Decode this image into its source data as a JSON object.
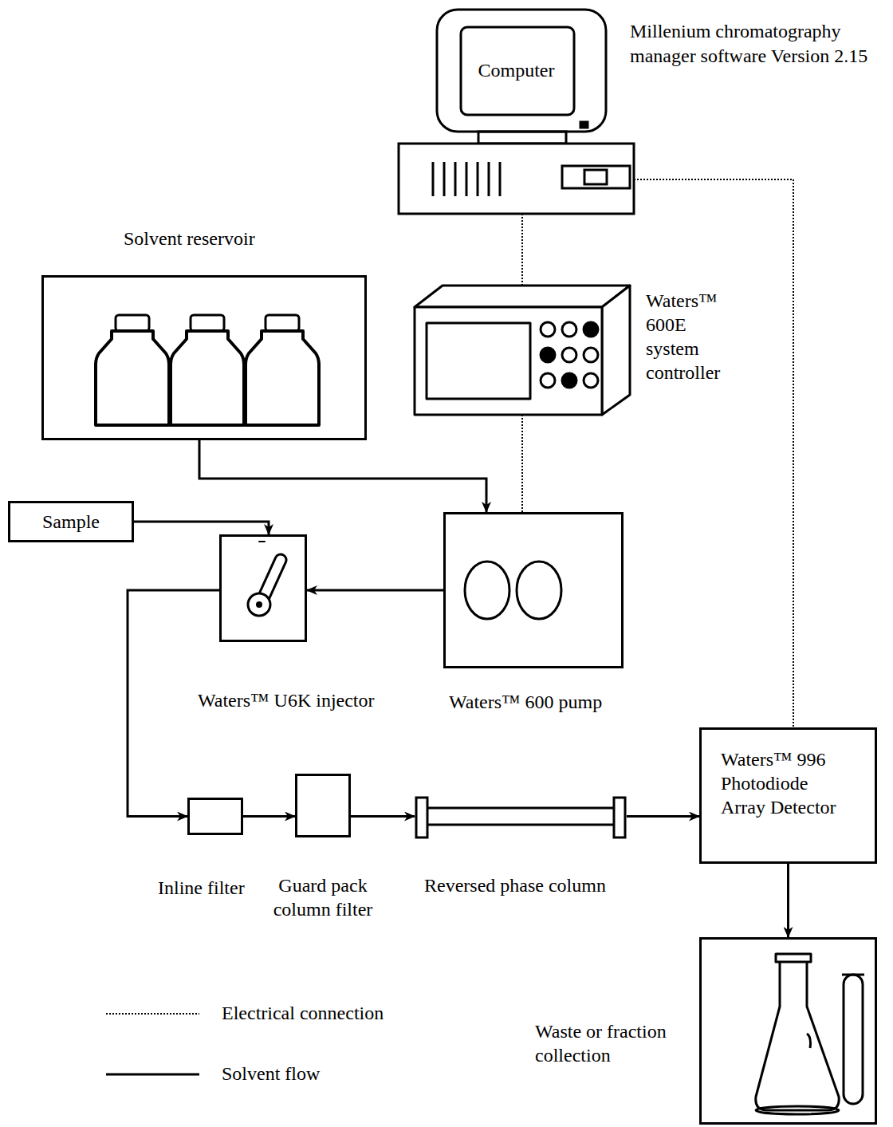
{
  "diagram": {
    "nodes": [
      {
        "text": [
          "Computer"
        ]
      },
      {
        "text": [
          "Solvent reservoir"
        ]
      },
      {
        "text": [
          "Waters™ 600E system controller"
        ]
      },
      {
        "text": [
          "Sample"
        ]
      },
      {
        "text": [
          "Waters™ U6K injector"
        ]
      },
      {
        "text": [
          "Waters™ 600 pump"
        ]
      },
      {
        "text": [
          "Inline filter"
        ]
      },
      {
        "text": [
          "Guard pack column filter"
        ]
      },
      {
        "text": [
          "Reversed phase column"
        ]
      },
      {
        "text": [
          "Waters™ 996 Photodiode Array Detector"
        ]
      },
      {
        "text": [
          "Waste or fraction collection"
        ]
      }
    ],
    "edges": [
      {
        "from": 0,
        "to": 2,
        "arrow": "none"
      },
      {
        "from": 0,
        "to": 9,
        "arrow": "none"
      },
      {
        "from": 2,
        "to": 5,
        "arrow": "none"
      },
      {
        "from": 1,
        "to": 5,
        "arrow": "to"
      },
      {
        "from": 3,
        "to": 4,
        "arrow": "to"
      },
      {
        "from": 5,
        "to": 4,
        "arrow": "to"
      },
      {
        "from": 4,
        "to": 6,
        "arrow": "to"
      },
      {
        "from": 6,
        "to": 7,
        "arrow": "to"
      },
      {
        "from": 7,
        "to": 8,
        "arrow": "to"
      },
      {
        "from": 8,
        "to": 9,
        "arrow": "to"
      },
      {
        "from": 9,
        "to": 10,
        "arrow": "to"
      }
    ],
    "labels": [
      "Millenium chromatography manager software Version 2.15"
    ],
    "legend": [
      {
        "text": "Electrical connection"
      },
      {
        "text": "Solvent flow"
      }
    ]
  }
}
